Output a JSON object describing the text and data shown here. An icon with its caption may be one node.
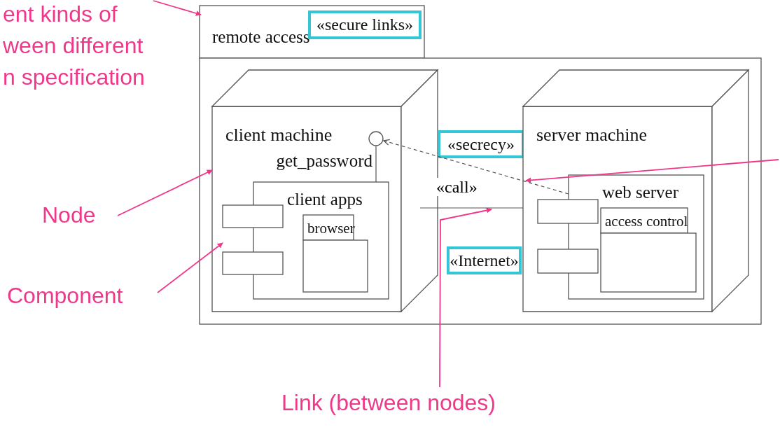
{
  "diagram": {
    "nodes": [
      {
        "text": [
          "ent kinds of ween different n specification"
        ]
      },
      {
        "text": [
          "remote access"
        ]
      },
      {
        "text": [
          "«secure links»"
        ]
      },
      {
        "text": [
          "client machine"
        ],
        "in": 1
      },
      {
        "text": [],
        "shape": "circle",
        "in": 3,
        "beside": [
          "get_password"
        ]
      },
      {
        "text": [
          "client apps"
        ],
        "in": 3
      },
      {
        "text": [
          "browser"
        ],
        "in": 5
      },
      {
        "text": [
          "«secrecy»"
        ],
        "in": 1
      },
      {
        "text": [
          "server machine"
        ],
        "in": 1
      },
      {
        "text": [
          "web server"
        ],
        "in": 8
      },
      {
        "text": [
          "access control"
        ],
        "in": 9
      },
      {
        "text": [
          "«Internet»"
        ],
        "in": 1
      },
      {
        "text": [
          "Node"
        ]
      },
      {
        "text": [
          "Component"
        ]
      },
      {
        "text": [
          "Link (between nodes)"
        ]
      }
    ],
    "edges": [
      {
        "from": 0,
        "to": 1,
        "arrow": "to"
      },
      {
        "from": null,
        "to": 8,
        "arrow": "to"
      },
      {
        "from": 12,
        "to": 3,
        "arrow": "to"
      },
      {
        "from": 13,
        "to": 5,
        "arrow": "to"
      },
      {
        "from": 14,
        "to": null,
        "arrow": "to"
      },
      {
        "from": 4,
        "to": 5,
        "arrow": "none",
        "color": "#555555"
      },
      {
        "from": 9,
        "to": 4,
        "arrow": "to",
        "label": "«call»",
        "style": "dashed",
        "color": "#555555"
      },
      {
        "from": 3,
        "to": 8,
        "arrow": "none",
        "color": "#555555"
      }
    ]
  }
}
